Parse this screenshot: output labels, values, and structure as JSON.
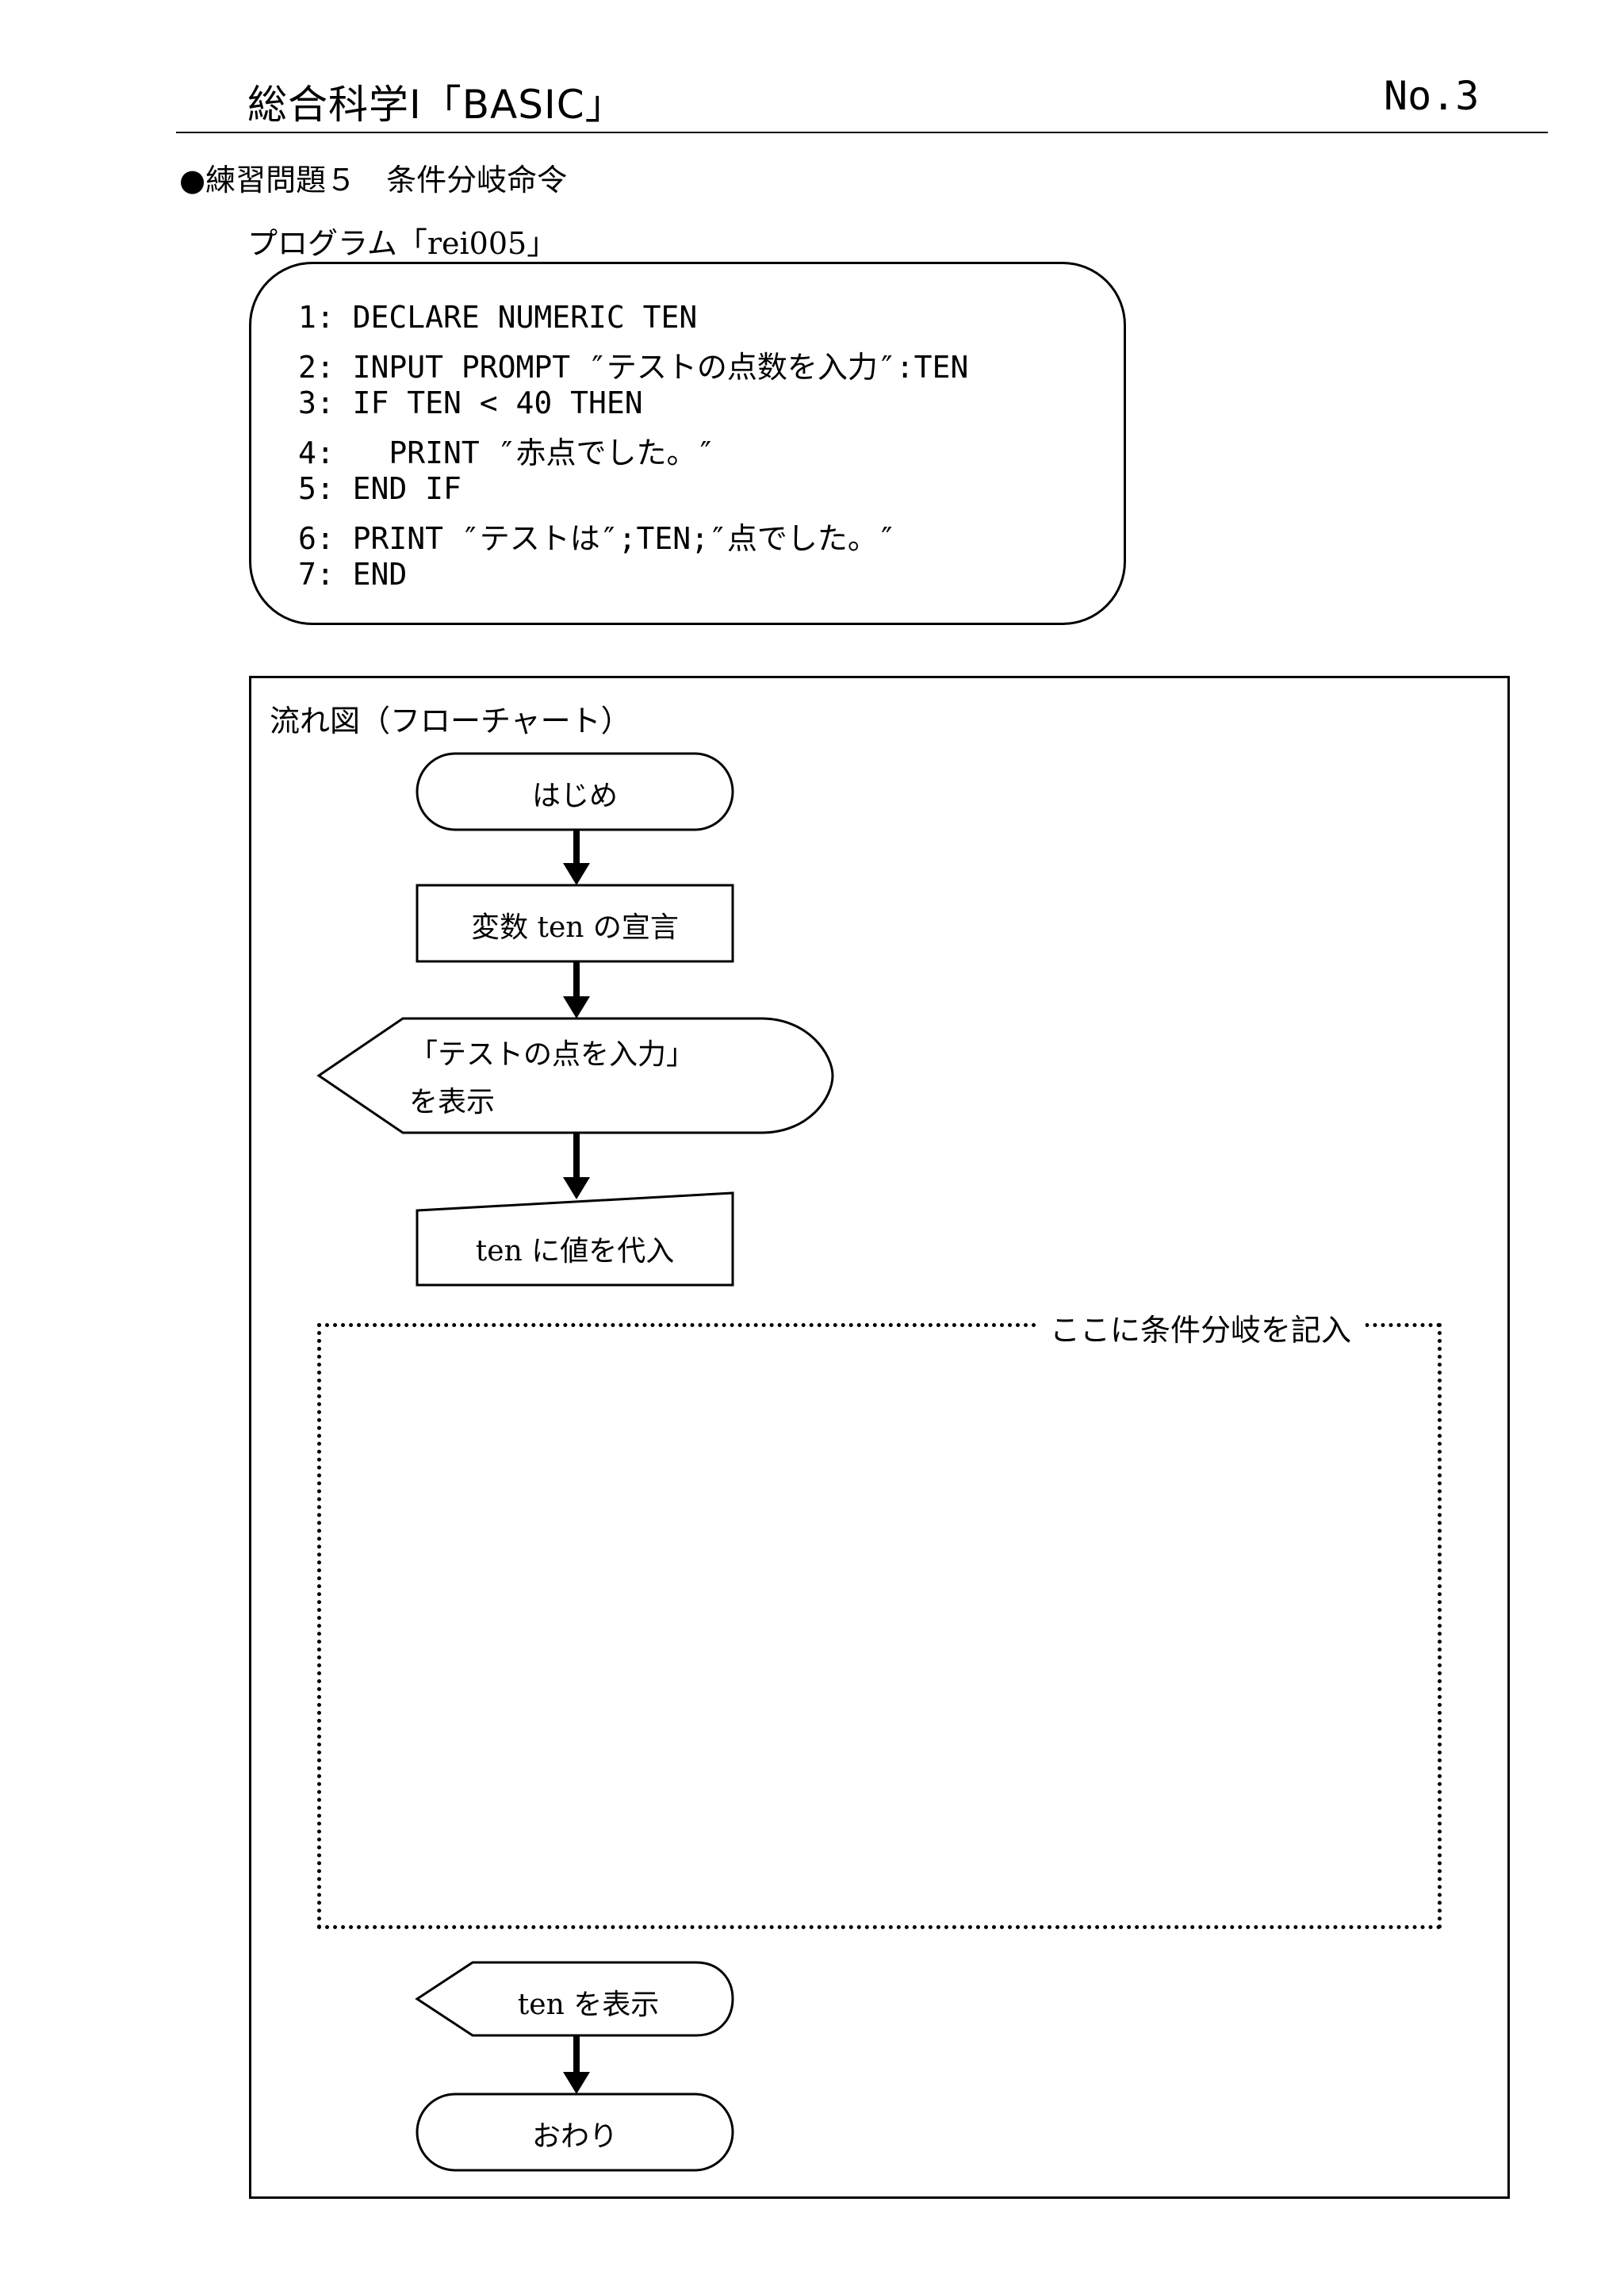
{
  "header": {
    "title": "総合科学Ⅰ「BASIC」",
    "page_no": "No.3"
  },
  "exercise": {
    "heading": "●練習問題５　条件分岐命令",
    "program_label": "プログラム「rei005」"
  },
  "code": {
    "lines": [
      "1: DECLARE NUMERIC TEN",
      "2: INPUT PROMPT ″テストの点数を入力″:TEN",
      "3: IF TEN < 40 THEN",
      "4:   PRINT ″赤点でした。″",
      "5: END IF",
      "6: PRINT ″テストは″;TEN;″点でした。″",
      "7: END"
    ]
  },
  "flowchart": {
    "title": "流れ図（フローチャート）",
    "start": "はじめ",
    "declare": "変数 ten の宣言",
    "display_prompt_line1": "「テストの点を入力」",
    "display_prompt_line2": "を表示",
    "input": "ten に値を代入",
    "branch_hint": "ここに条件分岐を記入",
    "display_ten": "ten を表示",
    "end": "おわり"
  }
}
